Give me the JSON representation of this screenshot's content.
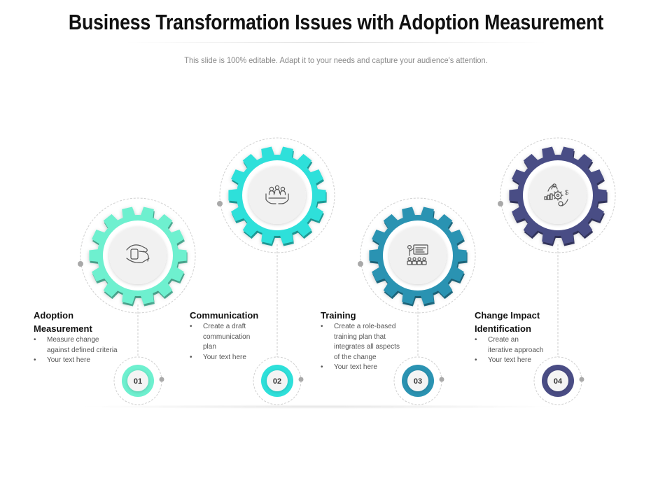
{
  "title": "Business Transformation Issues with Adoption Measurement",
  "subtitle": "This slide is 100% editable. Adapt it to your needs and capture your audience's attention.",
  "steps": [
    {
      "number": "01",
      "title_lines": [
        "Adoption",
        "Measurement"
      ],
      "bullets": [
        [
          "Measure change",
          "against defined criteria"
        ],
        [
          "Your text here"
        ]
      ],
      "color": "#6ef0cf",
      "icon": "hand-holding-card-icon"
    },
    {
      "number": "02",
      "title_lines": [
        "Communication"
      ],
      "bullets": [
        [
          "Create a draft",
          "communication",
          "plan"
        ],
        [
          "Your text here"
        ]
      ],
      "color": "#2ee0da",
      "icon": "hands-holding-people-icon"
    },
    {
      "number": "03",
      "title_lines": [
        "Training"
      ],
      "bullets": [
        [
          "Create a role-based",
          "training plan that",
          "integrates all aspects",
          "of the change"
        ],
        [
          "Your text here"
        ]
      ],
      "color": "#2b93b2",
      "icon": "presentation-board-icon"
    },
    {
      "number": "04",
      "title_lines": [
        "Change Impact",
        "Identification"
      ],
      "bullets": [
        [
          "Create an",
          "iterative approach"
        ],
        [
          "Your text here"
        ]
      ],
      "color": "#4a4d85",
      "icon": "change-impact-cycle-icon"
    }
  ]
}
